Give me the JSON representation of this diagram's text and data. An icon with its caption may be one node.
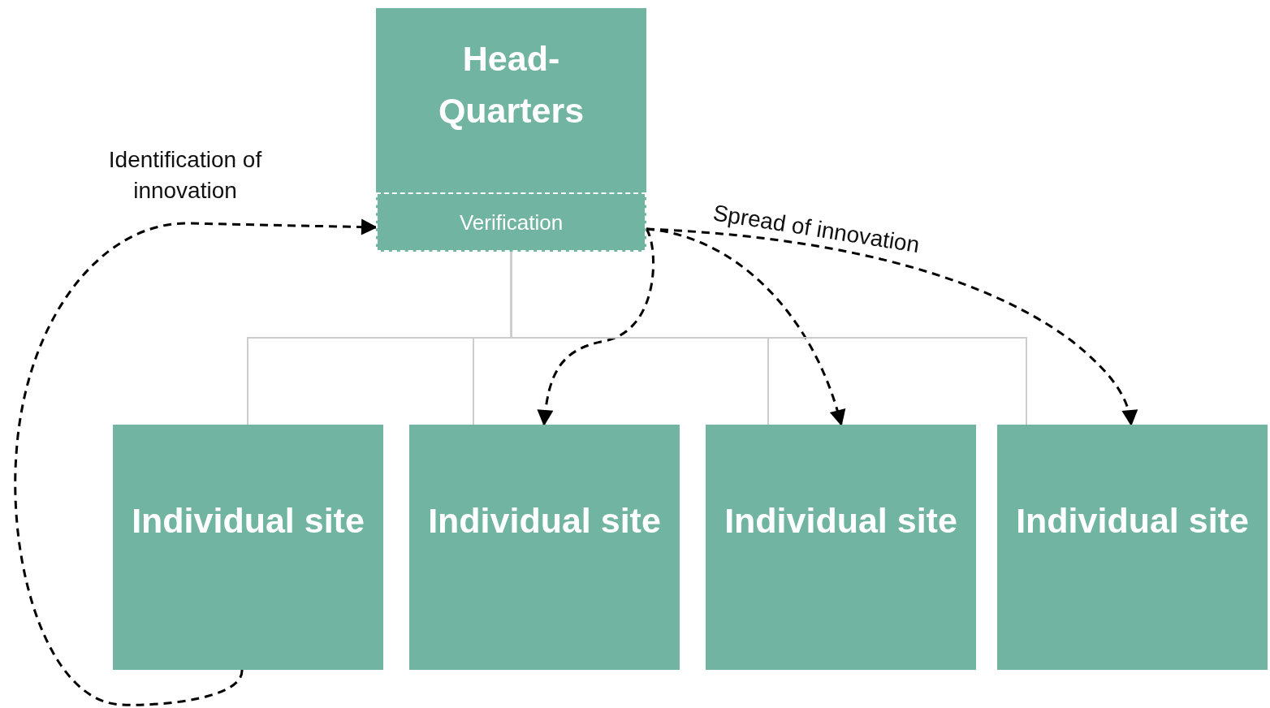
{
  "diagram": {
    "nodes": [
      {
        "text": [
          "Head-Quarters"
        ]
      },
      {
        "text": [
          "Verification"
        ],
        "in": 0
      },
      {
        "text": [
          "Individual site"
        ]
      },
      {
        "text": [
          "Individual site"
        ]
      },
      {
        "text": [
          "Individual site"
        ]
      },
      {
        "text": [
          "Individual site"
        ]
      }
    ],
    "edges": [
      {
        "from": 2,
        "to": 1,
        "arrow": "to",
        "style": "dashed",
        "label": "Identification of innovation"
      },
      {
        "from": 1,
        "to": 3,
        "arrow": "to",
        "style": "dashed"
      },
      {
        "from": 1,
        "to": 4,
        "arrow": "to",
        "style": "dashed"
      },
      {
        "from": 1,
        "to": 5,
        "arrow": "to",
        "style": "dashed",
        "label": "Spread of innovation"
      },
      {
        "from": 0,
        "to": 2,
        "arrow": "none",
        "color": "#cccccc"
      },
      {
        "from": 0,
        "to": 3,
        "arrow": "none",
        "color": "#cccccc"
      },
      {
        "from": 0,
        "to": 4,
        "arrow": "none",
        "color": "#cccccc"
      },
      {
        "from": 0,
        "to": 5,
        "arrow": "none",
        "color": "#cccccc"
      }
    ]
  }
}
